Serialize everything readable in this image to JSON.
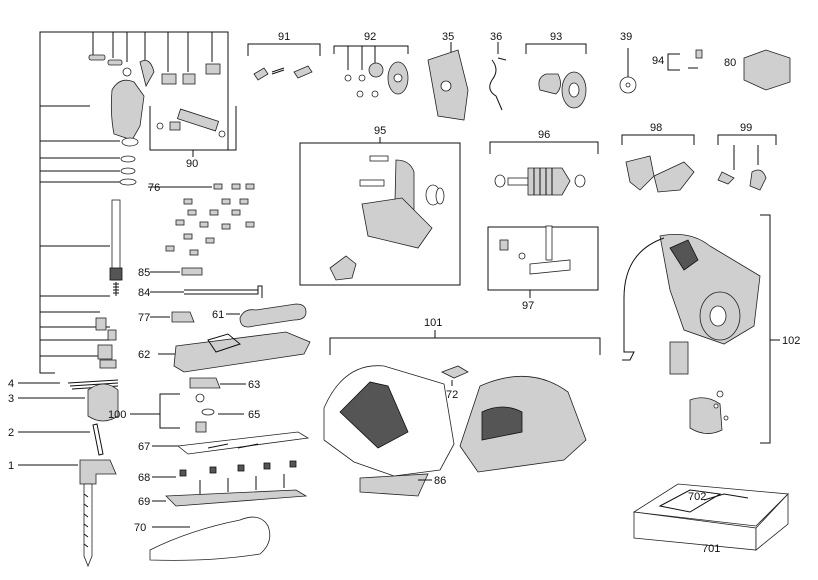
{
  "title": "",
  "labels": {
    "l1": "1",
    "l2": "2",
    "l3": "3",
    "l4": "4",
    "l35": "35",
    "l36": "36",
    "l39": "39",
    "l61": "61",
    "l62": "62",
    "l63": "63",
    "l65": "65",
    "l67": "67",
    "l68": "68",
    "l69": "69",
    "l70": "70",
    "l72": "72",
    "l76": "76",
    "l77": "77",
    "l80": "80",
    "l84": "84",
    "l85": "85",
    "l86": "86",
    "l90": "90",
    "l91": "91",
    "l92": "92",
    "l93": "93",
    "l94": "94",
    "l95": "95",
    "l96": "96",
    "l97": "97",
    "l98": "98",
    "l99": "99",
    "l100": "100",
    "l101": "101",
    "l102": "102",
    "l701": "701",
    "l702": "702"
  },
  "colors": {
    "line": "#111111",
    "part_fill": "#cfcfcf",
    "dark_fill": "#555555",
    "background": "#ffffff"
  }
}
